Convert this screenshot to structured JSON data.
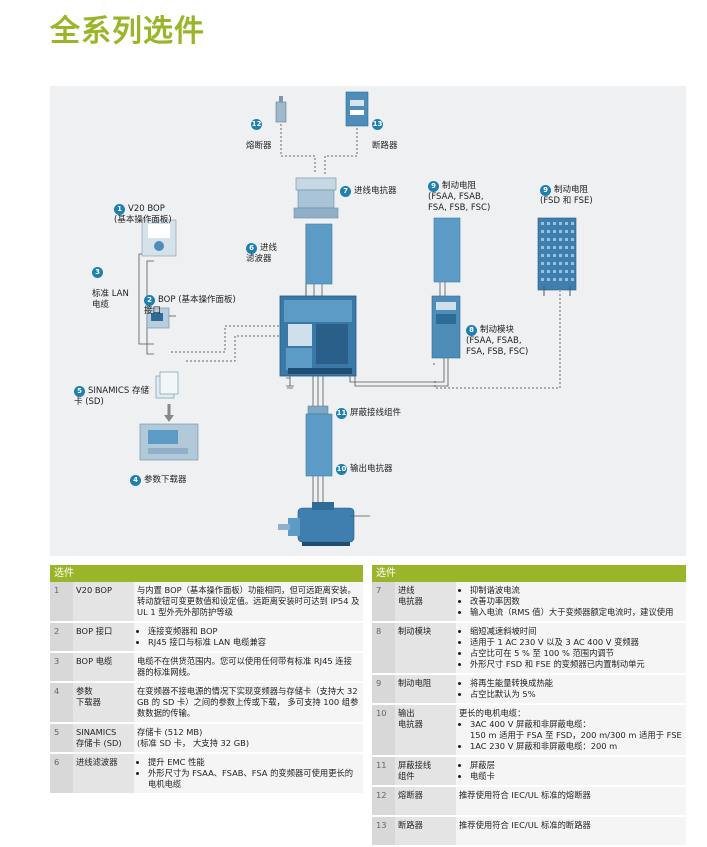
{
  "page_title": "全系列选件",
  "diagram": {
    "labels": {
      "l1": {
        "num": "1",
        "text": "V20 BOP\n(基本操作面板)"
      },
      "l2": {
        "num": "2",
        "text": "BOP (基本操作面板)\n接口"
      },
      "l3": {
        "num": "3",
        "text": "标准 LAN\n电缆"
      },
      "l4": {
        "num": "4",
        "text": "参数下载器"
      },
      "l5": {
        "num": "5",
        "text": "SINAMICS 存储\n卡 (SD)"
      },
      "l6": {
        "num": "6",
        "text": "进线\n滤波器"
      },
      "l7": {
        "num": "7",
        "text": "进线电抗器"
      },
      "l8": {
        "num": "8",
        "text": "制动模块\n(FSAA, FSAB,\nFSA, FSB, FSC)"
      },
      "l9a": {
        "num": "9",
        "text": "制动电阻\n(FSAA, FSAB,\nFSA, FSB, FSC)"
      },
      "l9b": {
        "num": "9",
        "text": "制动电阻\n(FSD 和 FSE)"
      },
      "l10": {
        "num": "10",
        "text": "输出电抗器"
      },
      "l11": {
        "num": "11",
        "text": "屏蔽接线组件"
      },
      "l12": {
        "num": "12",
        "text": "熔断器"
      },
      "l13": {
        "num": "13",
        "text": "断路器"
      }
    }
  },
  "left_table": {
    "header": "选件",
    "rows": [
      {
        "n": "1",
        "k": "V20 BOP",
        "v": "与内置 BOP（基本操作面板）功能相同，但可远距离安装。转动旋钮可变更数值和设定值。远距离安装时可达到 IP54 及 UL 1 型外壳外部防护等级"
      },
      {
        "n": "2",
        "k": "BOP 接口",
        "b": [
          "连接变频器和 BOP",
          "RJ45 接口与标准 LAN 电缆兼容"
        ]
      },
      {
        "n": "3",
        "k": "BOP 电缆",
        "v": "电缆不在供货范围内。您可以使用任何带有标准 RJ45 连接器的标准网线。"
      },
      {
        "n": "4",
        "k": "参数\n下载器",
        "v": "在变频器不接电源的情况下实现变频器与存储卡（支持大 32 GB 的 SD 卡）之间的参数上传或下载， 多可支持 100 组参数数据的传输。"
      },
      {
        "n": "5",
        "k": "SINAMICS\n存储卡 (SD)",
        "v": "存储卡 (512 MB)\n(标准 SD 卡， 大支持 32 GB)"
      },
      {
        "n": "6",
        "k": "进线滤波器",
        "b": [
          "提升 EMC 性能",
          "外形尺寸为 FSAA、FSAB、FSA 的变频器可使用更长的电机电缆"
        ]
      }
    ]
  },
  "right_table": {
    "header": "选件",
    "rows": [
      {
        "n": "7",
        "k": "进线\n电抗器",
        "b": [
          "抑制谐波电流",
          "改善功率因数",
          "输入电流（RMS 值）大于变频器额定电流时，建议使用"
        ]
      },
      {
        "n": "8",
        "k": "制动模块",
        "b": [
          "缩短减速斜坡时间",
          "适用于 1 AC 230 V 以及 3 AC 400 V 变频器",
          "占空比可在 5 % 至 100 % 范围内调节",
          "外形尺寸 FSD 和 FSE 的变频器已内置制动单元"
        ]
      },
      {
        "n": "9",
        "k": "制动电阻",
        "b": [
          "将再生能量转换成热能",
          "占空比默认为 5%"
        ]
      },
      {
        "n": "10",
        "k": "输出\n电抗器",
        "v": "更长的电机电缆：",
        "b": [
          "3AC 400 V 屏蔽和非屏蔽电缆：\n150 m 适用于 FSA 至 FSD，200 m/300 m 适用于 FSE",
          "1AC 230 V 屏蔽和非屏蔽电缆：200 m"
        ]
      },
      {
        "n": "11",
        "k": "屏蔽接线\n组件",
        "b": [
          "屏蔽层",
          "电缆卡"
        ]
      },
      {
        "n": "12",
        "k": "熔断器",
        "v": "推荐使用符合 IEC/UL 标准的熔断器"
      },
      {
        "n": "13",
        "k": "断路器",
        "v": "推荐使用符合 IEC/UL 标准的断路器"
      }
    ]
  }
}
